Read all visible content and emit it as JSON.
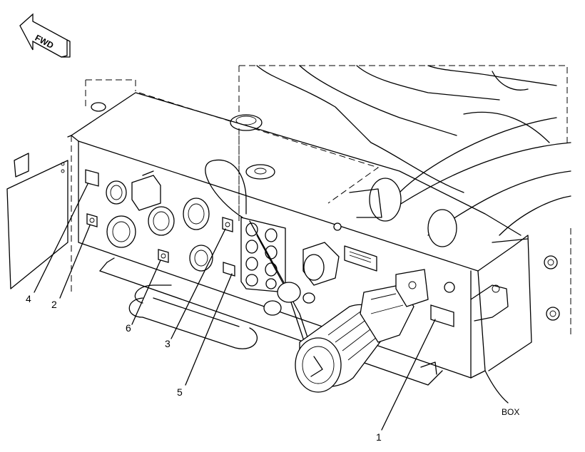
{
  "direction_arrow": {
    "label": "FWD"
  },
  "callouts": [
    {
      "id": "4",
      "label": "4"
    },
    {
      "id": "2",
      "label": "2"
    },
    {
      "id": "6",
      "label": "6"
    },
    {
      "id": "3",
      "label": "3"
    },
    {
      "id": "5",
      "label": "5"
    },
    {
      "id": "1",
      "label": "1"
    }
  ],
  "box_label": "BOX"
}
